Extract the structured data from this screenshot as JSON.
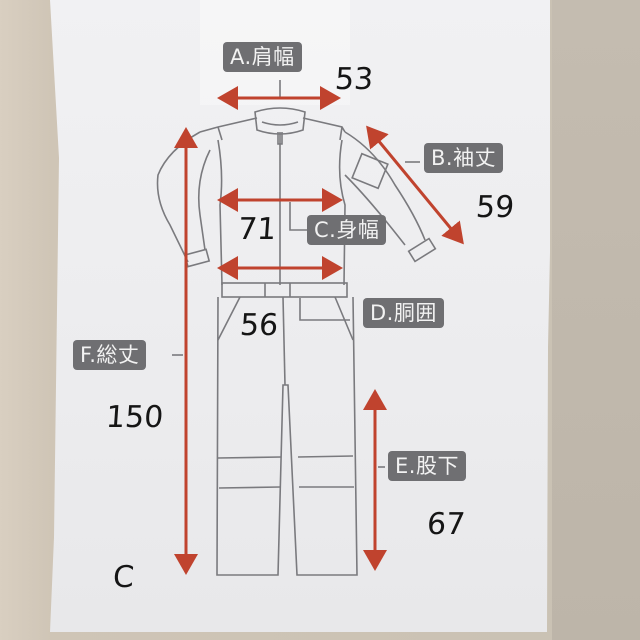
{
  "diagram": {
    "subject": "coverall-size-diagram",
    "accent_color": "#c0432e",
    "label_bg_color": "#6f6f72",
    "labels": [
      {
        "id": "A",
        "text": "A.肩幅",
        "meaning": "shoulder width"
      },
      {
        "id": "B",
        "text": "B.袖丈",
        "meaning": "sleeve length"
      },
      {
        "id": "C",
        "text": "C.身幅",
        "meaning": "chest width"
      },
      {
        "id": "D",
        "text": "D.胴囲",
        "meaning": "waist"
      },
      {
        "id": "E",
        "text": "E.股下",
        "meaning": "inseam"
      },
      {
        "id": "F",
        "text": "F.総丈",
        "meaning": "total length"
      }
    ],
    "handwritten": {
      "A": "53",
      "B": "59",
      "C": "71",
      "D": "56",
      "E": "67",
      "F": "150",
      "size_mark": "C"
    }
  }
}
